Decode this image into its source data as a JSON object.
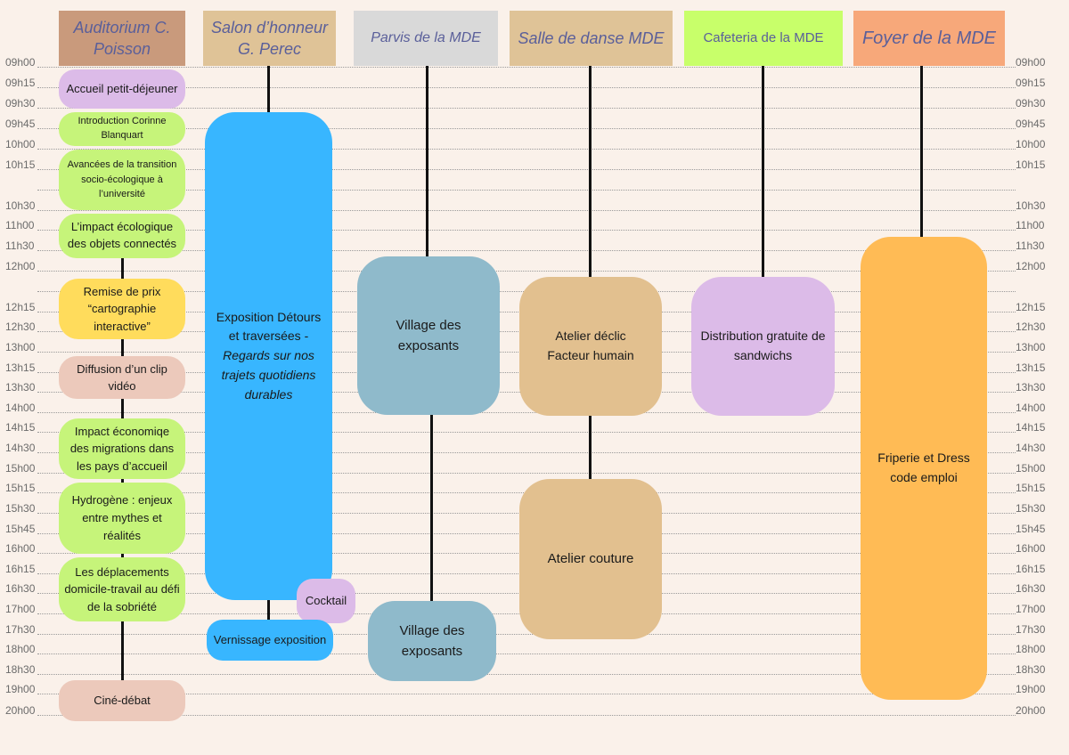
{
  "colors": {
    "background": "#faf1ea",
    "header_brown": "#c99a7c",
    "header_tan": "#dfc397",
    "header_grey": "#d9d9d9",
    "header_lime": "#c8ff6a",
    "header_orange": "#f7a87a",
    "purple_light": "#dcbbe8",
    "green_light": "#c6f47a",
    "yellow": "#ffdc5c",
    "pink_beige": "#ecc9bb",
    "blue": "#38b6ff",
    "teal_grey": "#8fbacb",
    "tan": "#e2c08f",
    "orange": "#ffbb55"
  },
  "time_rows": [
    {
      "left": "09h00",
      "right": "09h00"
    },
    {
      "left": "09h15",
      "right": "09h15"
    },
    {
      "left": "09h30",
      "right": "09h30"
    },
    {
      "left": "09h45",
      "right": "09h45"
    },
    {
      "left": "10h00",
      "right": "10h00"
    },
    {
      "left": "10h15",
      "right": "10h15"
    },
    {
      "left": "",
      "right": ""
    },
    {
      "left": "10h30",
      "right": "10h30"
    },
    {
      "left": "11h00",
      "right": "11h00"
    },
    {
      "left": "11h30",
      "right": "11h30"
    },
    {
      "left": "12h00",
      "right": "12h00"
    },
    {
      "left": "",
      "right": ""
    },
    {
      "left": "12h15",
      "right": "12h15"
    },
    {
      "left": "12h30",
      "right": "12h30"
    },
    {
      "left": "13h00",
      "right": "13h00"
    },
    {
      "left": "13h15",
      "right": "13h15"
    },
    {
      "left": "13h30",
      "right": "13h30"
    },
    {
      "left": "14h00",
      "right": "14h00"
    },
    {
      "left": "14h15",
      "right": "14h15"
    },
    {
      "left": "14h30",
      "right": "14h30"
    },
    {
      "left": "15h00",
      "right": "15h00"
    },
    {
      "left": "15h15",
      "right": "15h15"
    },
    {
      "left": "15h30",
      "right": "15h30"
    },
    {
      "left": "15h45",
      "right": "15h45"
    },
    {
      "left": "16h00",
      "right": "16h00"
    },
    {
      "left": "16h15",
      "right": "16h15"
    },
    {
      "left": "16h30",
      "right": "16h30"
    },
    {
      "left": "17h00",
      "right": "17h00"
    },
    {
      "left": "17h30",
      "right": "17h30"
    },
    {
      "left": "18h00",
      "right": "18h00"
    },
    {
      "left": "18h30",
      "right": "18h30"
    },
    {
      "left": "19h00",
      "right": "19h00"
    },
    {
      "left": "20h00",
      "right": "20h00"
    }
  ],
  "venues": {
    "auditorium": "Auditorium C. Poisson",
    "salon": "Salon d’honneur G. Perec",
    "parvis": "Parvis de la MDE",
    "salle_danse": "Salle de danse MDE",
    "cafeteria": "Cafeteria de la MDE",
    "foyer": "Foyer de la MDE"
  },
  "auditorium_events": {
    "accueil": "Accueil petit-déjeuner",
    "introduction": "Introduction Corinne Blanquart",
    "avancees": "Avancées de la transition socio-écologique à l’université",
    "impact_eco": "L’impact écologique des objets connectés",
    "remise": "Remise de prix “cartographie interactive”",
    "diffusion": "Diffusion d’un clip vidéo",
    "impact_migr": "Impact économiqe des migrations dans les pays d’accueil",
    "hydrogene": "Hydrogène : enjeux entre mythes et réalités",
    "deplacements": "Les déplacements domicile-travail au défi de la sobriété",
    "cine": "Ciné-débat"
  },
  "salon_events": {
    "expo_line1": "Exposition Détours et traversées -",
    "expo_line2": "Regards sur nos trajets quotidiens durables",
    "cocktail": "Cocktail",
    "vernissage": "Vernissage exposition"
  },
  "parvis_events": {
    "village1": "Village des exposants",
    "village2": "Village des exposants"
  },
  "salle_danse_events": {
    "atelier_declic": "Atelier déclic Facteur humain",
    "atelier_couture": "Atelier couture"
  },
  "cafeteria_events": {
    "distribution": "Distribution gratuite de sandwichs"
  },
  "foyer_events": {
    "friperie": "Friperie et Dress code emploi"
  }
}
